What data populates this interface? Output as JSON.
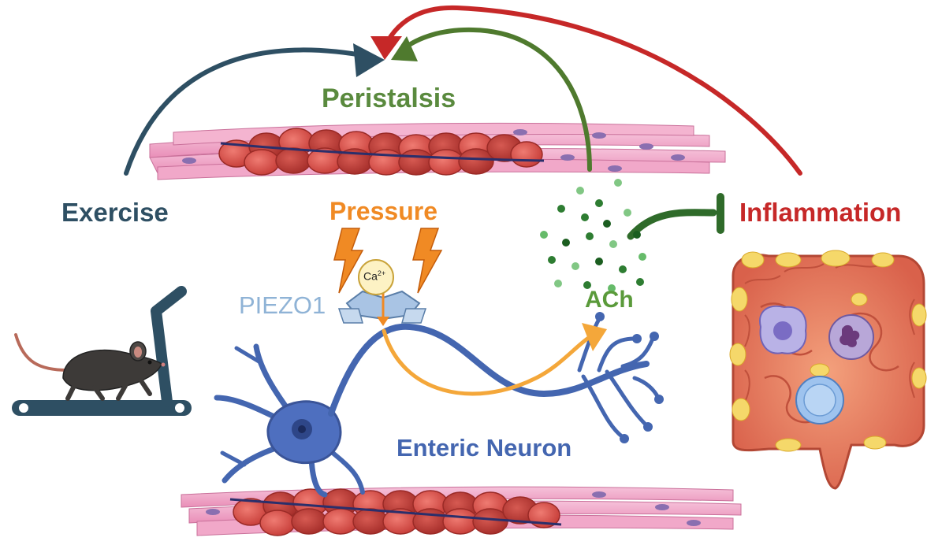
{
  "labels": {
    "peristalsis": "Peristalsis",
    "exercise": "Exercise",
    "pressure": "Pressure",
    "inflammation": "Inflammation",
    "piezo1": "PIEZO1",
    "ach": "ACh",
    "enteric_neuron": "Enteric Neuron",
    "calcium": "Ca",
    "calcium_charge": "2+"
  },
  "colors": {
    "exercise": "#2e4f63",
    "peristalsis": "#5a8a3e",
    "pressure": "#f08a24",
    "inflammation": "#c62828",
    "piezo1": "#8fb3d6",
    "ach": "#5a9a3a",
    "neuron": "#4466b0",
    "muscle_fiber": "#f2a9c8",
    "muscle_cell": "#d9534f"
  },
  "icons": {
    "mouse": "mouse-on-treadmill-icon",
    "colon": "inflamed-colon-icon",
    "lightning": "lightning-bolt-icon",
    "channel": "piezo1-channel-icon"
  }
}
